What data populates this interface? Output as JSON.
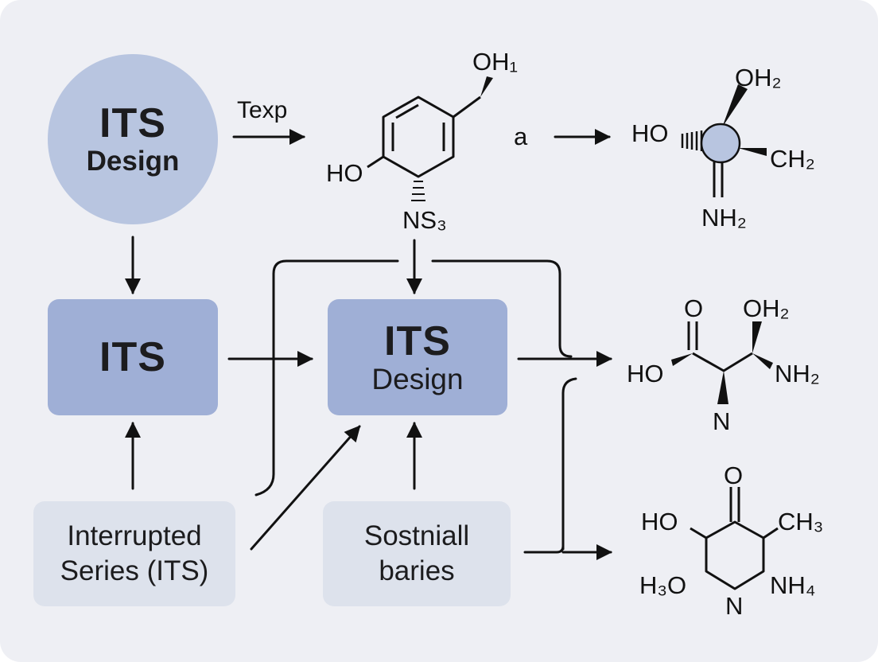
{
  "nodes": {
    "top_circle": {
      "line1": "ITS",
      "line2": "Design"
    },
    "left_box": {
      "label": "ITS"
    },
    "center_box": {
      "line1": "ITS",
      "line2": "Design"
    },
    "bottom_left_box": {
      "line1": "Interrupted",
      "line2": "Series (ITS)"
    },
    "bottom_center_box": {
      "line1": "Sostniall",
      "line2": "baries"
    }
  },
  "edge_labels": {
    "top_arrow": "Texp",
    "middle_top_arrow": "a"
  },
  "molecules": {
    "top_ring": {
      "oh_label": "OH₁",
      "ho_label": "HO",
      "ns_label": "NS₃"
    },
    "top_right": {
      "oh_label": "OH₂",
      "ho_label": "HO",
      "ch_label": "CH₂",
      "nh_label": "NH₂"
    },
    "middle_right": {
      "o_label": "O",
      "oh_label": "OH₂",
      "ho_label": "HO",
      "nh_label": "NH₂",
      "n_label": "N"
    },
    "bottom_right": {
      "o_label": "O",
      "ho_label": "HO",
      "ch_label": "CH₃",
      "h3o_label": "H₃O",
      "n_label": "N",
      "nh_label": "NH₄"
    }
  },
  "colors": {
    "background": "#eeeff4",
    "circle_fill": "#b8c5e0",
    "strong_box_fill": "#9fafd6",
    "light_box_fill": "#dde2ec",
    "atom_fill": "#b8c5e0",
    "line": "#111111"
  }
}
